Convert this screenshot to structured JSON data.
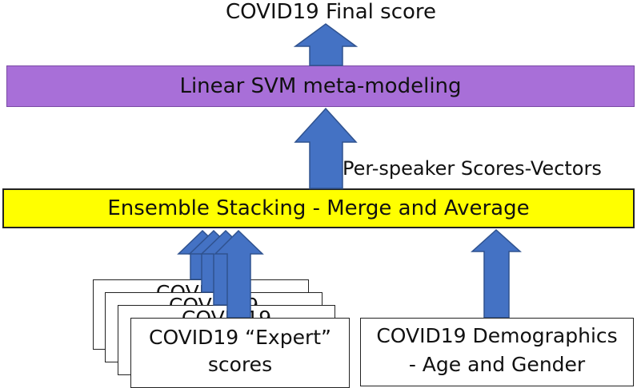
{
  "diagram": {
    "final_score_label": "COVID19 Final score",
    "svm_label": "Linear SVM meta-modeling",
    "vectors_label": "Per-speaker Scores-Vectors",
    "ensemble_label": "Ensemble  Stacking - Merge and Average",
    "expert_card": {
      "line1": "COVID19 “Expert”",
      "line2": "scores"
    },
    "stacked_card_partial": "COVID19",
    "demographics_card": {
      "line1": "COVID19 Demographics",
      "line2": "- Age and Gender"
    },
    "colors": {
      "svm_bar": "#a86fd8",
      "ensemble_bar": "#ffff00",
      "arrow": "#4472c4"
    }
  }
}
